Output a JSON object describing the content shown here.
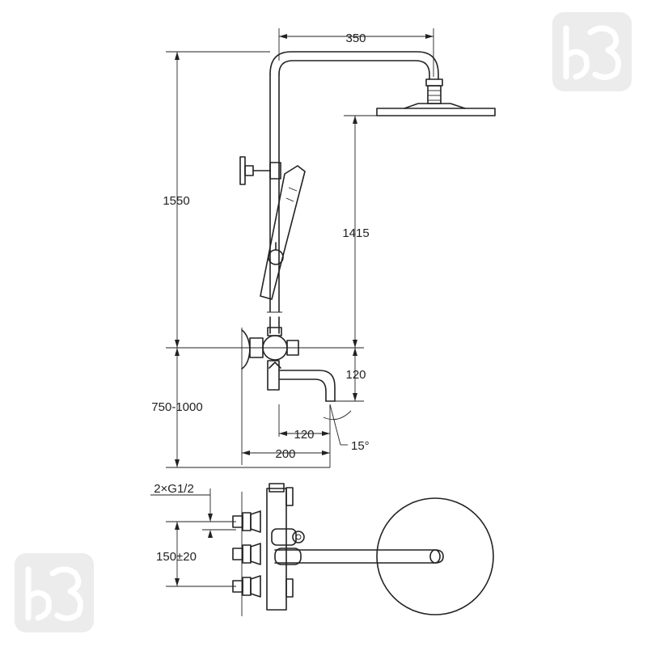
{
  "dimensions": {
    "top_width": "350",
    "total_height": "1550",
    "head_height": "1415",
    "mixer_height": "750-1000",
    "spout_drop": "120",
    "spout_reach": "120",
    "spout_angle": "15°",
    "wall_offset": "200",
    "inlet_thread": "2×G1/2",
    "inlet_spacing": "150±20"
  },
  "logos": [
    "brand-logo",
    "brand-logo"
  ]
}
